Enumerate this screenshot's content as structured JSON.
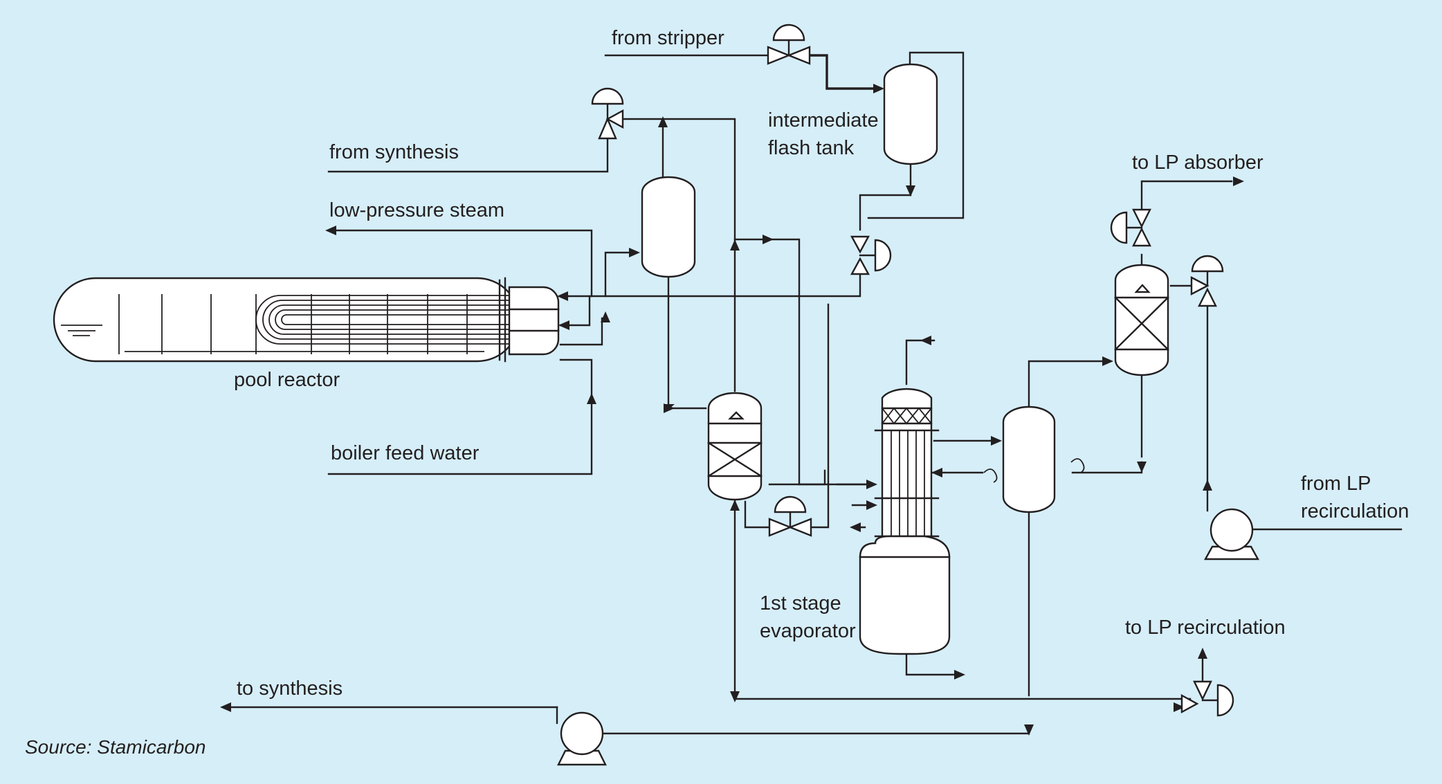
{
  "labels": {
    "from_stripper": "from stripper",
    "intermediate_flash_tank_1": "intermediate",
    "intermediate_flash_tank_2": "flash tank",
    "from_synthesis": "from synthesis",
    "low_pressure_steam": "low-pressure steam",
    "to_lp_absorber": "to LP absorber",
    "pool_reactor": "pool reactor",
    "boiler_feed_water": "boiler feed water",
    "from_lp_recirculation_1": "from LP",
    "from_lp_recirculation_2": "recirculation",
    "first_stage_evaporator_1": "1st stage",
    "first_stage_evaporator_2": "evaporator",
    "to_lp_recirculation": "to LP recirculation",
    "to_synthesis": "to synthesis",
    "source": "Source: Stamicarbon"
  },
  "colors": {
    "background": "#d6eef8",
    "line": "#231f20",
    "equipment_fill": "#ffffff"
  }
}
